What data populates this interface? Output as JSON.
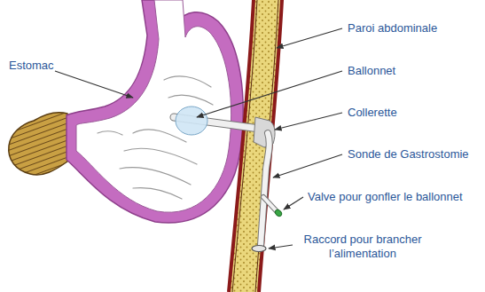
{
  "diagram": {
    "labels": [
      "Estomac",
      "Paroi abdominale",
      "Ballonnet",
      "Collerette",
      "Sonde de Gastrostomie",
      "Valve pour gonfler le ballonnet",
      "Raccord pour brancher l’alimentation"
    ]
  }
}
